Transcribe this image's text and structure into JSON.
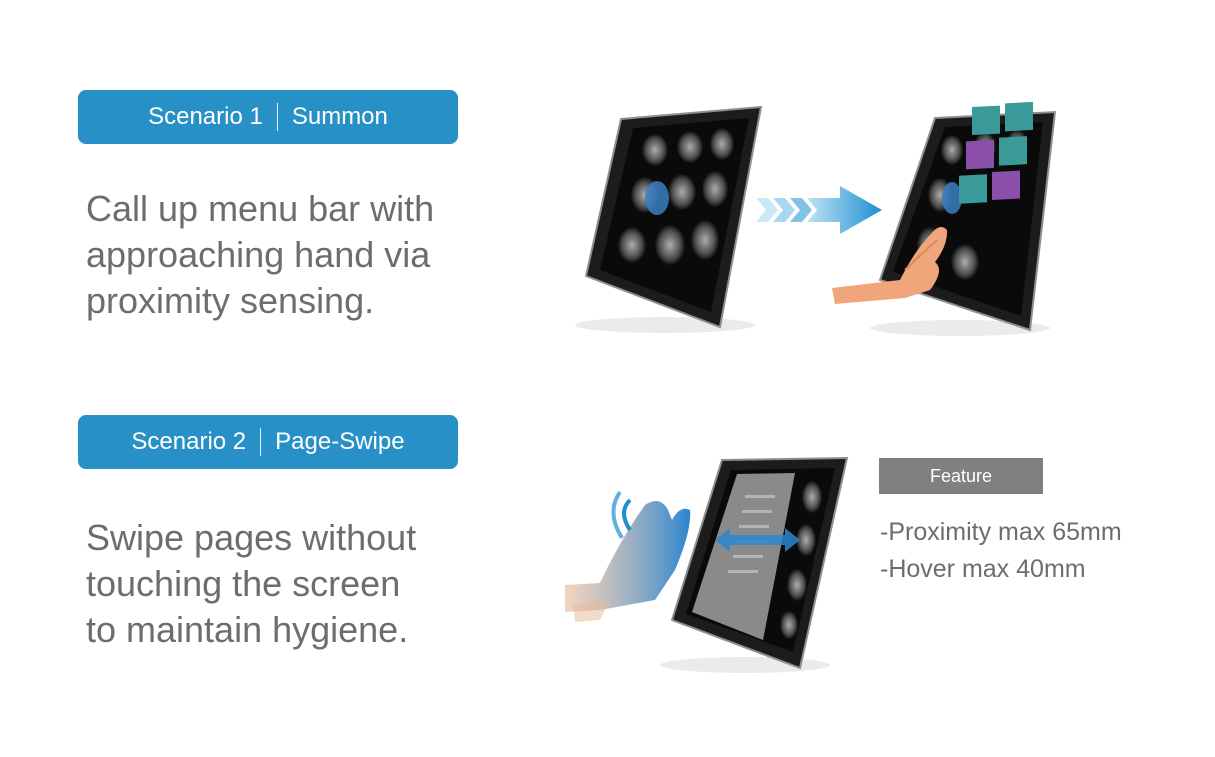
{
  "scenario1": {
    "label": "Scenario 1",
    "title": "Summon",
    "description": [
      "Call up menu bar with",
      "approaching hand via",
      "proximity sensing."
    ]
  },
  "scenario2": {
    "label": "Scenario 2",
    "title": "Page-Swipe",
    "description": [
      "Swipe pages without",
      "touching the screen",
      "to maintain hygiene."
    ]
  },
  "feature": {
    "heading": "Feature",
    "items": [
      "-Proximity max 65mm",
      "-Hover max 40mm"
    ]
  },
  "colors": {
    "accent": "#2790c6",
    "text": "#6d6d6d",
    "feature_box": "#808080",
    "menu_teal": "#3a9a9a",
    "menu_purple": "#8a4fa8"
  }
}
